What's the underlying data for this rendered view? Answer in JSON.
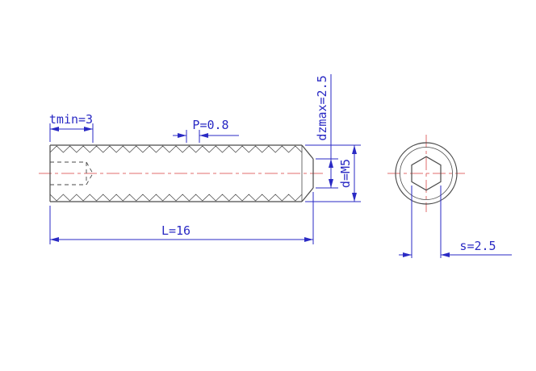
{
  "drawing": {
    "labels": {
      "tmin": "tmin=3",
      "pitch": "P=0.8",
      "dzmax": "dzmax=2.5",
      "diameter": "d=M5",
      "length": "L=16",
      "socket": "s=2.5"
    },
    "colors": {
      "dimension": "#2a2ac4",
      "centerline": "#e06c6c",
      "outline": "#4a4a4a",
      "background": "#ffffff"
    }
  }
}
